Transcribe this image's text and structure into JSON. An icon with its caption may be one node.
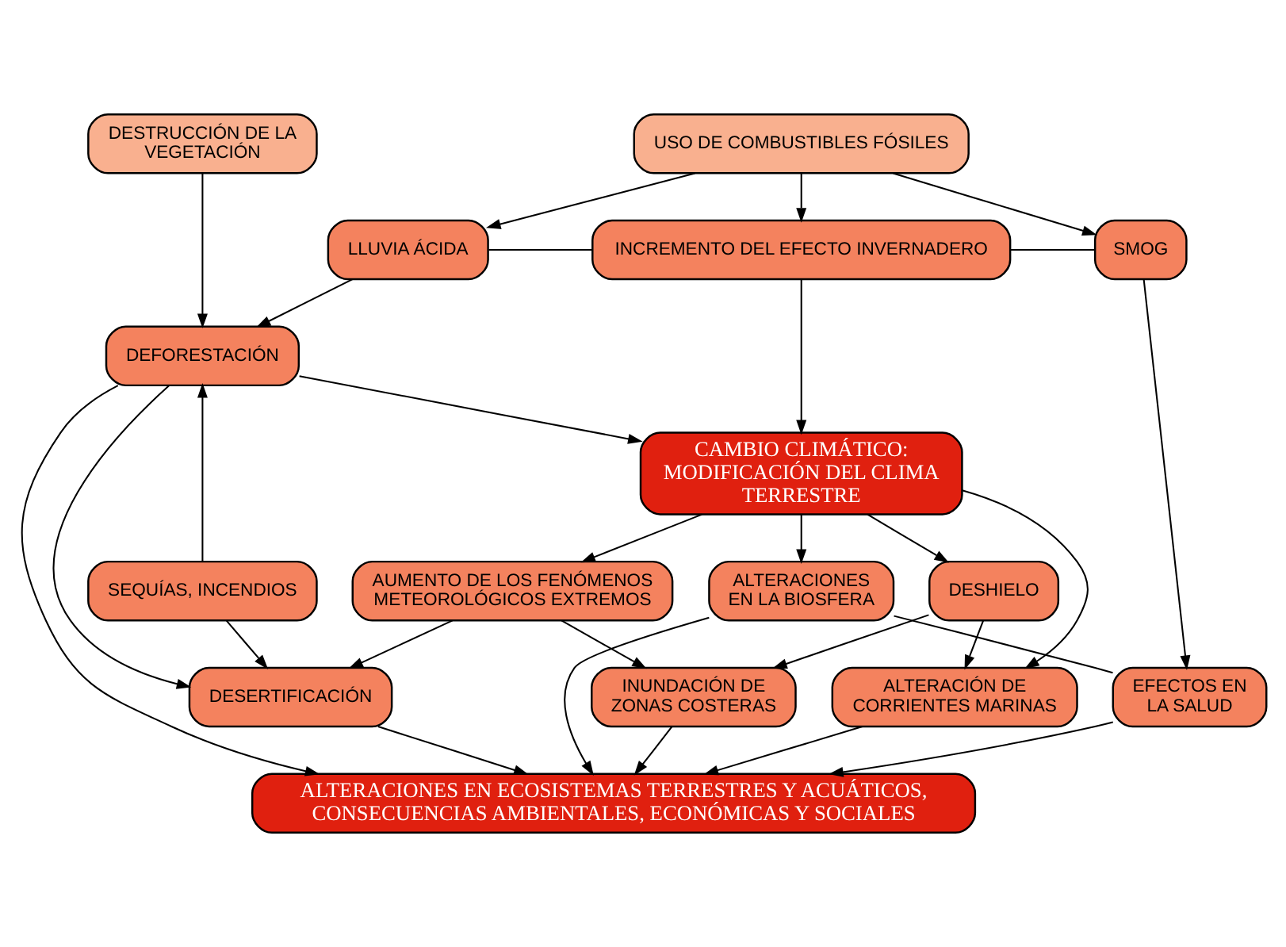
{
  "diagram": {
    "nodes": [
      {
        "text": [
          "DESTRUCCIÓN DE LA VEGETACIÓN"
        ]
      },
      {
        "text": [
          "USO DE COMBUSTIBLES FÓSILES"
        ]
      },
      {
        "text": [
          "LLUVIA ÁCIDA"
        ]
      },
      {
        "text": [
          "INCREMENTO DEL EFECTO INVERNADERO"
        ]
      },
      {
        "text": [
          "SMOG"
        ]
      },
      {
        "text": [
          "DEFORESTACIÓN"
        ]
      },
      {
        "text": [
          "CAMBIO CLIMÁTICO: MODIFICACIÓN DEL CLIMA TERRESTRE"
        ]
      },
      {
        "text": [
          "SEQUÍAS, INCENDIOS"
        ]
      },
      {
        "text": [
          "AUMENTO DE LOS FENÓMENOS METEOROLÓGICOS EXTREMOS"
        ]
      },
      {
        "text": [
          "DESHIELO"
        ]
      },
      {
        "text": [
          "ALTERACIONES EN LA BIOSFERA"
        ]
      },
      {
        "text": [
          "DESERTIFICACIÓN"
        ]
      },
      {
        "text": [
          "INUNDACIÓN DE ZONAS COSTERAS"
        ]
      },
      {
        "text": [
          "ALTERACIÓN DE CORRIENTES MARINAS"
        ]
      },
      {
        "text": [
          "EFECTOS EN LA SALUD"
        ]
      },
      {
        "text": [
          "ALTERACIONES EN ECOSISTEMAS TERRESTRES Y ACUÁTICOS, CONSECUENCIAS AMBIENTALES, ECONÓMICAS Y SOCIALES"
        ]
      }
    ],
    "edges": [
      {
        "from": 0,
        "to": 5,
        "arrow": "to"
      },
      {
        "from": 1,
        "to": 2,
        "arrow": "to"
      },
      {
        "from": 1,
        "to": 3,
        "arrow": "to"
      },
      {
        "from": 1,
        "to": 4,
        "arrow": "to"
      },
      {
        "from": 2,
        "to": 3,
        "arrow": "none"
      },
      {
        "from": 3,
        "to": 4,
        "arrow": "none"
      },
      {
        "from": 2,
        "to": 5,
        "arrow": "to"
      },
      {
        "from": 5,
        "to": 6,
        "arrow": "to"
      },
      {
        "from": 3,
        "to": 6,
        "arrow": "to"
      },
      {
        "from": 7,
        "to": 5,
        "arrow": "to"
      },
      {
        "from": 6,
        "to": 8,
        "arrow": "to"
      },
      {
        "from": 6,
        "to": 9,
        "arrow": "to"
      },
      {
        "from": 6,
        "to": 10,
        "arrow": "to"
      },
      {
        "from": 6,
        "to": 13,
        "arrow": "to"
      },
      {
        "from": 4,
        "to": 14,
        "arrow": "to"
      },
      {
        "from": 10,
        "to": 14,
        "arrow": "none"
      },
      {
        "from": 5,
        "to": 11,
        "arrow": "to"
      },
      {
        "from": 7,
        "to": 11,
        "arrow": "to"
      },
      {
        "from": 8,
        "to": 11,
        "arrow": "to"
      },
      {
        "from": 8,
        "to": 12,
        "arrow": "to"
      },
      {
        "from": 9,
        "to": 12,
        "arrow": "to"
      },
      {
        "from": 9,
        "to": 13,
        "arrow": "to"
      },
      {
        "from": 5,
        "to": 15,
        "arrow": "to"
      },
      {
        "from": 11,
        "to": 15,
        "arrow": "to"
      },
      {
        "from": 12,
        "to": 15,
        "arrow": "to"
      },
      {
        "from": 13,
        "to": 15,
        "arrow": "to"
      },
      {
        "from": 10,
        "to": 15,
        "arrow": "to"
      },
      {
        "from": 14,
        "to": 15,
        "arrow": "to"
      }
    ]
  }
}
